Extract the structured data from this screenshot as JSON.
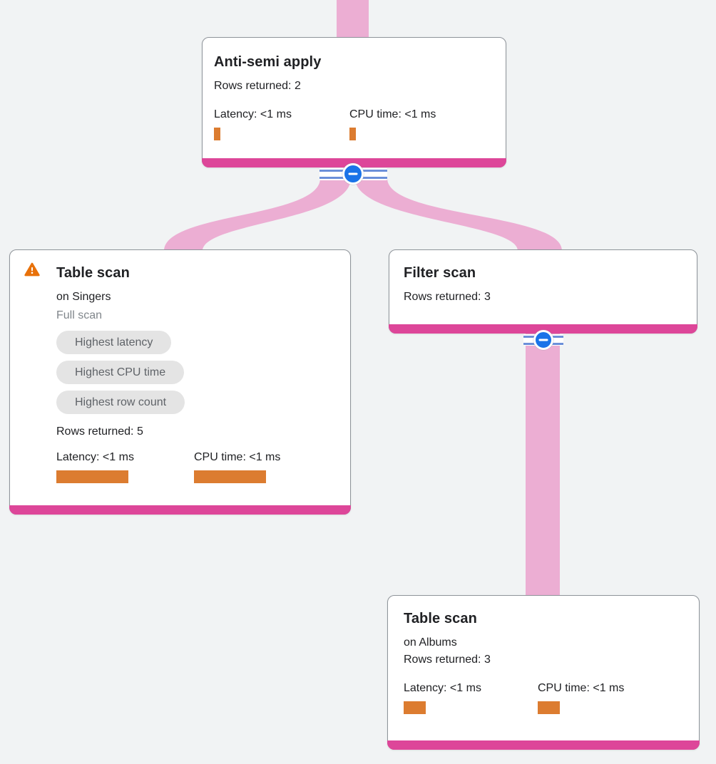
{
  "colors": {
    "background": "#f1f3f4",
    "edge_pink": "#ecaed3",
    "accent_magenta": "#dd4699",
    "bar_orange": "#dc7c30",
    "warning_orange": "#e8710a",
    "button_blue": "#1a73e8",
    "badge_bg": "#e4e4e4",
    "badge_text": "#5f6368",
    "muted_text": "#80868b",
    "card_border": "#8f949a"
  },
  "nodes": {
    "anti_semi_apply": {
      "title": "Anti-semi apply",
      "rows": "Rows returned: 2",
      "latency_label": "Latency: <1 ms",
      "cpu_label": "CPU time: <1 ms"
    },
    "table_scan_singers": {
      "title": "Table scan",
      "subtitle": "on Singers",
      "note": "Full scan",
      "badges": [
        "Highest latency",
        "Highest CPU time",
        "Highest row count"
      ],
      "rows": "Rows returned: 5",
      "latency_label": "Latency: <1 ms",
      "cpu_label": "CPU time: <1 ms"
    },
    "filter_scan": {
      "title": "Filter scan",
      "rows": "Rows returned: 3"
    },
    "table_scan_albums": {
      "title": "Table scan",
      "subtitle": "on Albums",
      "rows": "Rows returned: 3",
      "latency_label": "Latency: <1 ms",
      "cpu_label": "CPU time: <1 ms"
    }
  }
}
